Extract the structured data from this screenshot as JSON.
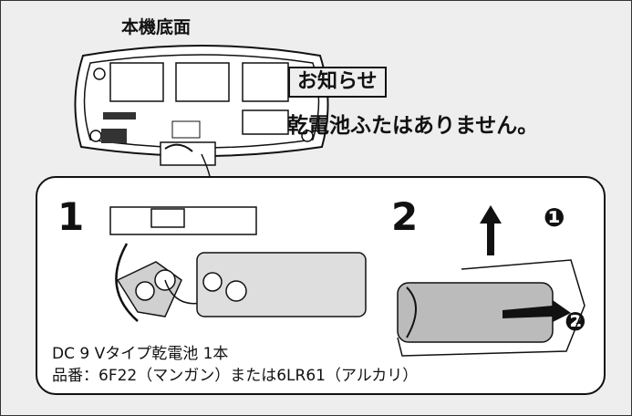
{
  "underside_label": "本機底面",
  "notice": {
    "heading": "お知らせ",
    "text": "乾電池ふたはありません。"
  },
  "steps": {
    "step1": "1",
    "step2": "2",
    "marker_1": "❶",
    "marker_2": "❷"
  },
  "caption": {
    "line1": "DC 9 Vタイプ乾電池 1本",
    "line2": "品番：6F22（マンガン）または6LR61（アルカリ）"
  }
}
